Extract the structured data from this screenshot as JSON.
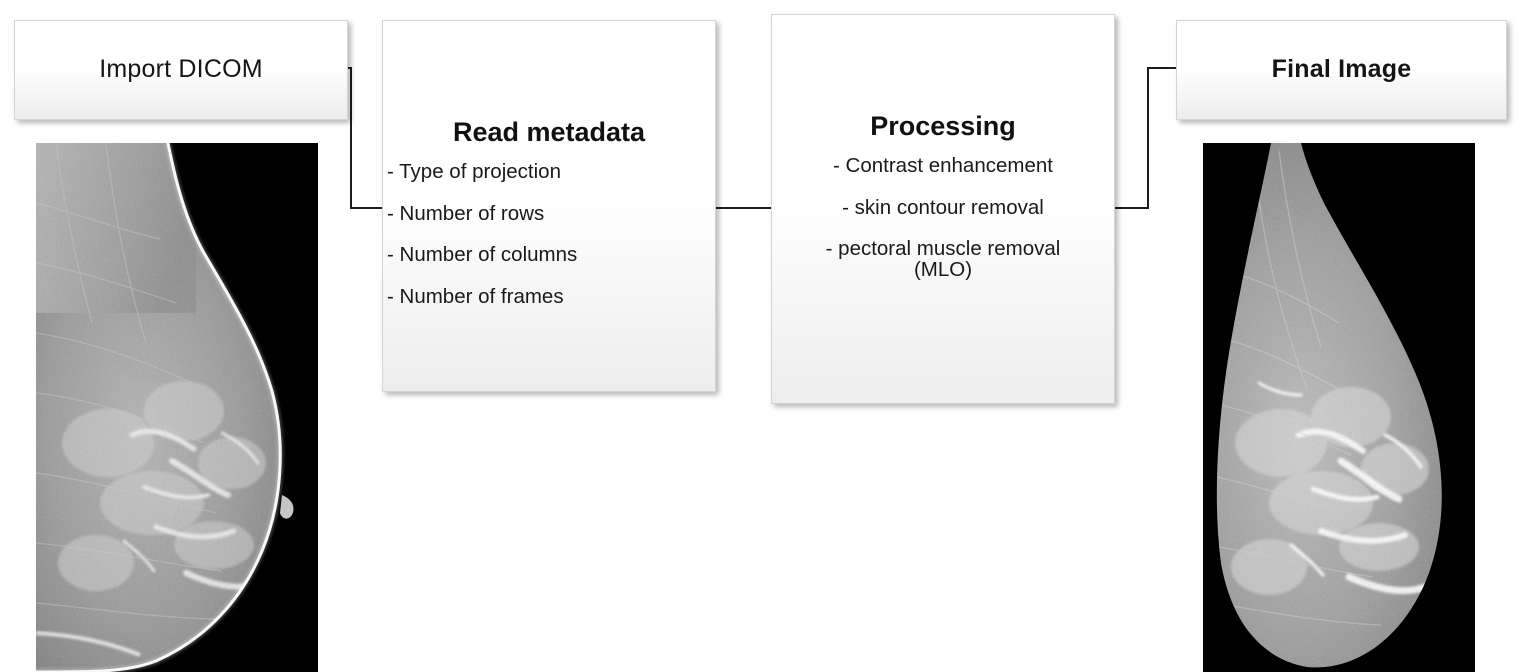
{
  "diagram": {
    "title": "DICOM mammography processing pipeline",
    "background_color": "#ffffff",
    "line_color": "#1d1d1d",
    "box_border_color": "#d4d4d4"
  },
  "nodes": {
    "import": {
      "title": "Import DICOM",
      "kind": "label-box"
    },
    "read_metadata": {
      "title": "Read metadata",
      "bullets": [
        "- Type of projection",
        "- Number of rows",
        "- Number of columns",
        "- Number of frames"
      ]
    },
    "processing": {
      "title": "Processing",
      "bullets": [
        "- Contrast enhancement",
        "- skin contour removal",
        "- pectoral muscle removal\n(MLO)"
      ]
    },
    "final": {
      "title": "Final Image",
      "kind": "label-box"
    }
  },
  "images": {
    "input_mammogram": {
      "name": "input-mammogram",
      "description": "Original MLO mammogram with skin contour and pectoral muscle",
      "background_color": "#000000",
      "tissue_color": "#8d8d8d"
    },
    "output_mammogram": {
      "name": "processed-mammogram",
      "description": "Processed MLO mammogram, contrast enhanced, skin contour and pectoral muscle removed",
      "background_color": "#000000",
      "tissue_color": "#9a9a9a"
    }
  },
  "connectors": [
    {
      "name": "import-to-read-metadata",
      "from": "import",
      "to": "read_metadata"
    },
    {
      "name": "read-metadata-to-processing",
      "from": "read_metadata",
      "to": "processing"
    },
    {
      "name": "processing-to-final",
      "from": "processing",
      "to": "final"
    }
  ]
}
